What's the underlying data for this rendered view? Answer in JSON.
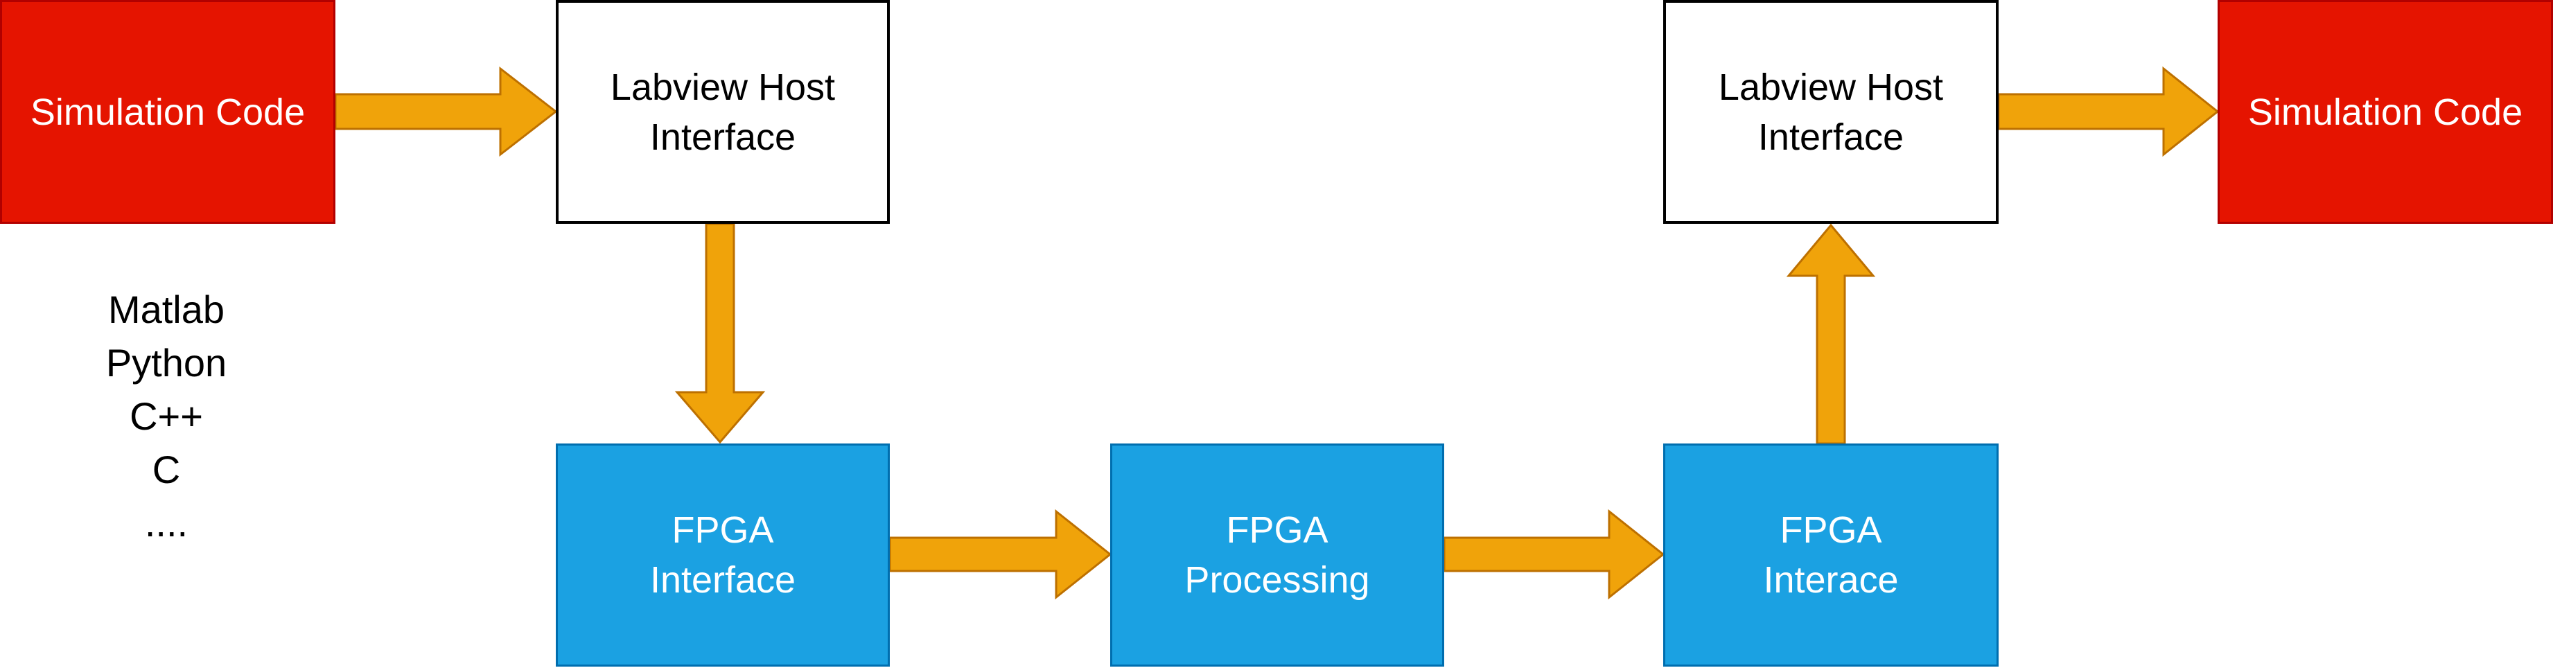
{
  "nodes": {
    "sim_left": {
      "lines": [
        "Simulation Code"
      ]
    },
    "host_left": {
      "lines": [
        "Labview Host",
        "Interface"
      ]
    },
    "host_right": {
      "lines": [
        "Labview Host",
        "Interface"
      ]
    },
    "sim_right": {
      "lines": [
        "Simulation Code"
      ]
    },
    "fpga_if": {
      "lines": [
        "FPGA",
        "Interface"
      ]
    },
    "fpga_proc": {
      "lines": [
        "FPGA",
        "Processing"
      ]
    },
    "fpga_iface": {
      "lines": [
        "FPGA",
        "Interace"
      ]
    }
  },
  "languages": [
    "Matlab",
    "Python",
    "C++",
    "C",
    "...."
  ],
  "edges": [
    {
      "from": "sim_left",
      "to": "host_left"
    },
    {
      "from": "host_left",
      "to": "fpga_if"
    },
    {
      "from": "fpga_if",
      "to": "fpga_proc"
    },
    {
      "from": "fpga_proc",
      "to": "fpga_iface"
    },
    {
      "from": "fpga_iface",
      "to": "host_right"
    },
    {
      "from": "host_right",
      "to": "sim_right"
    }
  ],
  "colors": {
    "simulation_fill": "#e51400",
    "simulation_stroke": "#b20000",
    "host_fill": "#ffffff",
    "host_stroke": "#000000",
    "fpga_fill": "#1ba1e2",
    "fpga_stroke": "#006eaf",
    "arrow_fill": "#f0a30a",
    "arrow_stroke": "#bd7000"
  }
}
